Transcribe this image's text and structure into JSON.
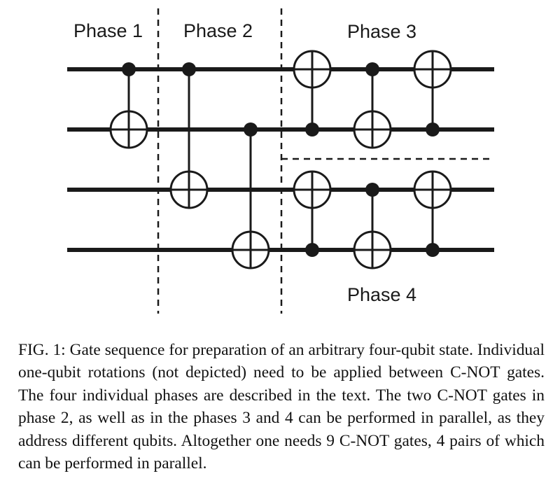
{
  "figure": {
    "phase_labels": [
      "Phase 1",
      "Phase 2",
      "Phase 3",
      "Phase 4"
    ],
    "qubit_count": 4,
    "gates": [
      {
        "phase": 1,
        "control": 1,
        "target": 2
      },
      {
        "phase": 2,
        "control": 1,
        "target": 3
      },
      {
        "phase": 2,
        "control": 2,
        "target": 4
      },
      {
        "phase": 3,
        "control": 2,
        "target": 1
      },
      {
        "phase": 3,
        "control": 1,
        "target": 2
      },
      {
        "phase": 3,
        "control": 2,
        "target": 1
      },
      {
        "phase": 4,
        "control": 4,
        "target": 3
      },
      {
        "phase": 4,
        "control": 3,
        "target": 4
      },
      {
        "phase": 4,
        "control": 4,
        "target": 3
      }
    ]
  },
  "caption": {
    "text": "FIG. 1: Gate sequence for preparation of an arbitrary four-qubit state. Individual one-qubit rotations (not depicted) need to be applied be­tween C-NOT gates. The four individual phases are described in the text. The two C-NOT gates in phase 2, as well as in the phases 3 and 4 can be performed in parallel, as they address different qubits. Alto­gether one needs 9 C-NOT gates, 4 pairs of which can be performed in parallel."
  }
}
